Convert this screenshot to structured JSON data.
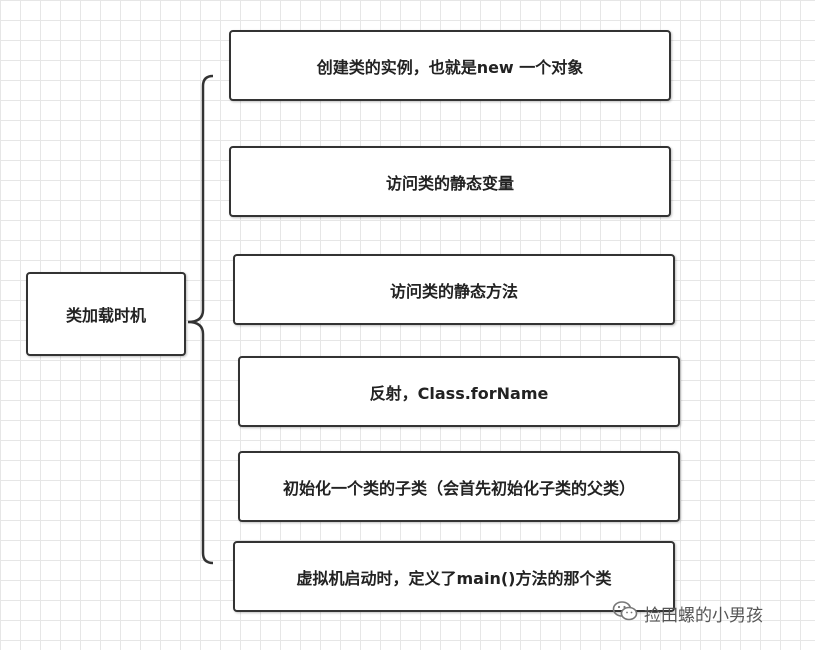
{
  "root": {
    "label": "类加载时机"
  },
  "children": [
    {
      "label": "创建类的实例，也就是new 一个对象"
    },
    {
      "label": "访问类的静态变量"
    },
    {
      "label": "访问类的静态方法"
    },
    {
      "label": "反射，Class.forName"
    },
    {
      "label": "初始化一个类的子类（会首先初始化子类的父类）"
    },
    {
      "label": "虚拟机启动时，定义了main()方法的那个类"
    }
  ],
  "watermark": {
    "text": "捡田螺的小男孩",
    "icon": "wechat-icon"
  }
}
